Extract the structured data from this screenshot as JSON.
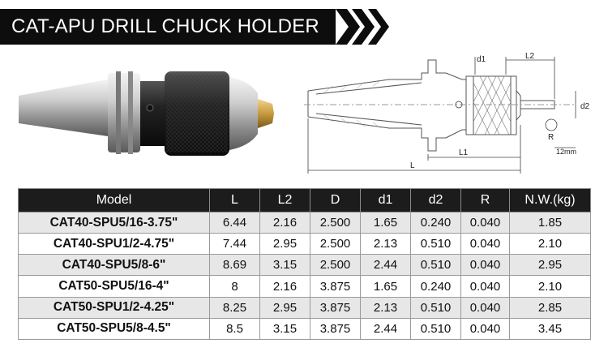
{
  "banner": {
    "title": "CAT-APU DRILL CHUCK HOLDER"
  },
  "drawing": {
    "labels": {
      "d1": "d1",
      "L2": "L2",
      "d2": "d2",
      "R": "R",
      "L1": "L1",
      "L": "L",
      "twelve": "12mm"
    }
  },
  "table": {
    "headers": [
      "Model",
      "L",
      "L2",
      "D",
      "d1",
      "d2",
      "R",
      "N.W.(kg)"
    ],
    "rows": [
      [
        "CAT40-SPU5/16-3.75\"",
        "6.44",
        "2.16",
        "2.500",
        "1.65",
        "0.240",
        "0.040",
        "1.85"
      ],
      [
        "CAT40-SPU1/2-4.75\"",
        "7.44",
        "2.95",
        "2.500",
        "2.13",
        "0.510",
        "0.040",
        "2.10"
      ],
      [
        "CAT40-SPU5/8-6\"",
        "8.69",
        "3.15",
        "2.500",
        "2.44",
        "0.510",
        "0.040",
        "2.95"
      ],
      [
        "CAT50-SPU5/16-4\"",
        "8",
        "2.16",
        "3.875",
        "1.65",
        "0.240",
        "0.040",
        "2.10"
      ],
      [
        "CAT50-SPU1/2-4.25\"",
        "8.25",
        "2.95",
        "3.875",
        "2.13",
        "0.510",
        "0.040",
        "2.85"
      ],
      [
        "CAT50-SPU5/8-4.5\"",
        "8.5",
        "3.15",
        "3.875",
        "2.44",
        "0.510",
        "0.040",
        "3.45"
      ]
    ]
  }
}
